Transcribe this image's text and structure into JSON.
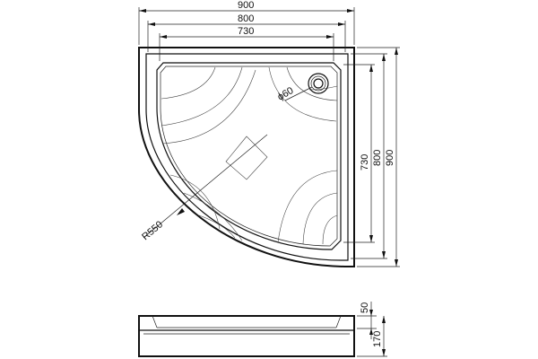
{
  "plan": {
    "dim_outer_width": "900",
    "dim_mid_width": "800",
    "dim_inner_width": "730",
    "dim_outer_height": "900",
    "dim_mid_height": "800",
    "dim_inner_height": "730",
    "drain_label": "ϕ60",
    "radius_label": "R550"
  },
  "side_view": {
    "dim_rim_height": "50",
    "dim_total_height": "170"
  },
  "colors": {
    "line": "#111111",
    "background": "#ffffff"
  }
}
